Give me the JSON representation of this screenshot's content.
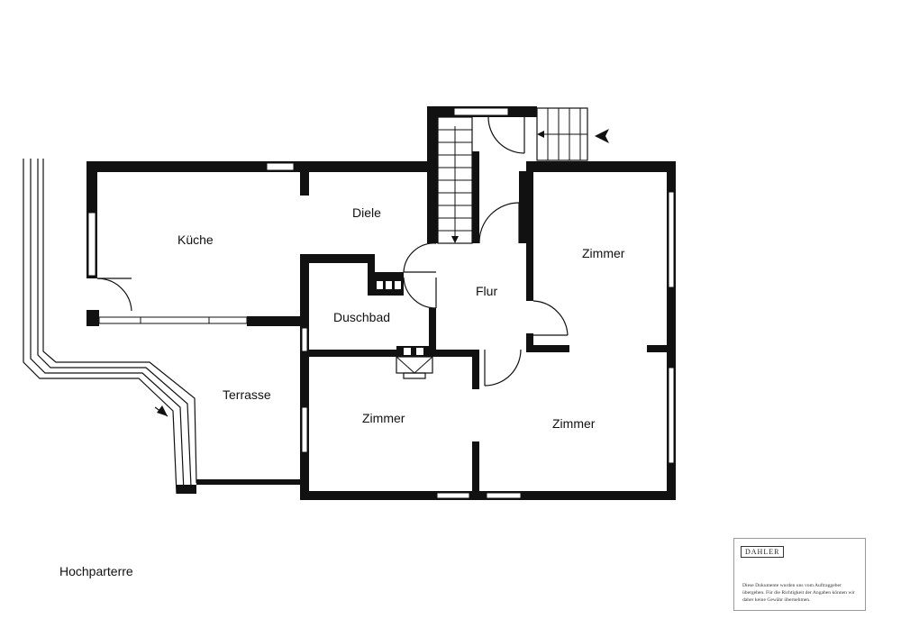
{
  "rooms": {
    "kueche": "Küche",
    "diele": "Diele",
    "flur": "Flur",
    "duschbad": "Duschbad",
    "terrasse": "Terrasse",
    "zimmer_right_top": "Zimmer",
    "zimmer_left_bottom": "Zimmer",
    "zimmer_right_bottom": "Zimmer"
  },
  "floor_label": "Hochparterre",
  "disclaimer": {
    "logo": "DAHLER",
    "text": "Diese Dokumente wurden uns vom Auftraggeber übergeben. Für die Richtigkeit der Angaben können wir daher keine Gewähr übernehmen."
  },
  "colors": {
    "wall": "#111111",
    "background": "#ffffff"
  }
}
